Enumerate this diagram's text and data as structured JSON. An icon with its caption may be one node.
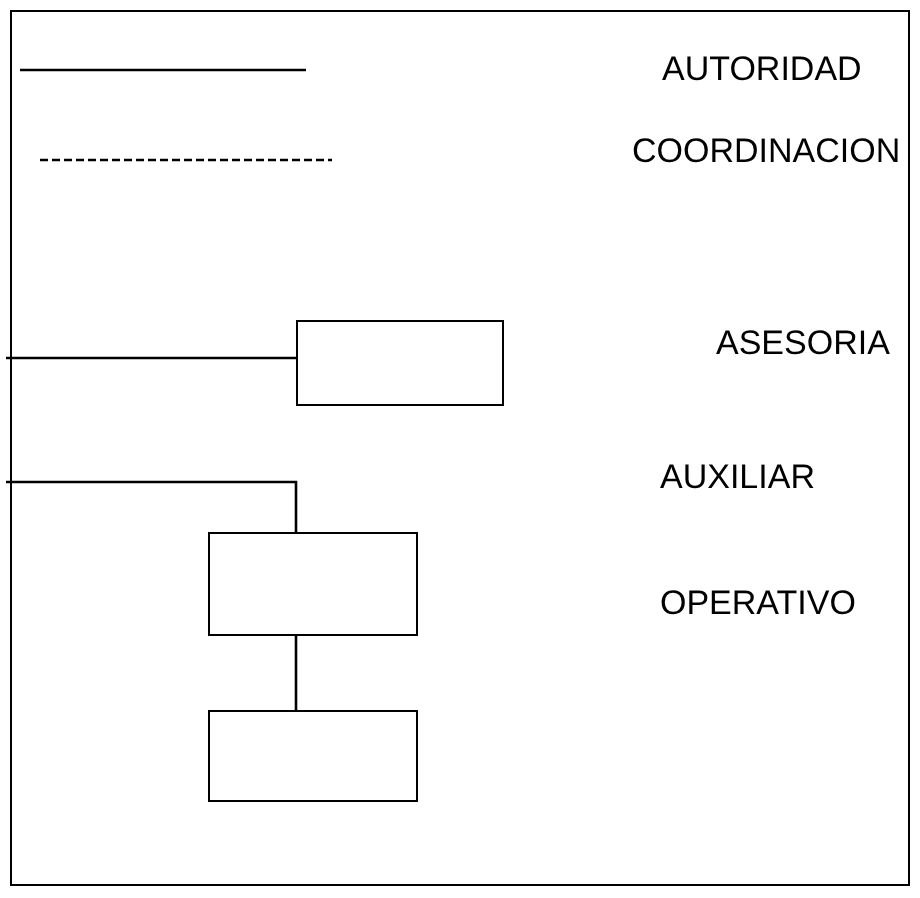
{
  "diagram": {
    "nodes": [
      {
        "text": [],
        "shape": "box"
      },
      {
        "text": [],
        "shape": "box"
      },
      {
        "text": [],
        "shape": "box"
      }
    ],
    "edges": [
      {
        "from": null,
        "to": 0,
        "arrow": "none"
      },
      {
        "from": null,
        "to": 1,
        "arrow": "none"
      },
      {
        "from": 1,
        "to": 2,
        "arrow": "none"
      }
    ],
    "legend": [
      {
        "text": "AUTORIDAD"
      },
      {
        "text": "COORDINACION"
      },
      {
        "text": "ASESORIA"
      },
      {
        "text": "AUXILIAR"
      },
      {
        "text": "OPERATIVO"
      }
    ]
  }
}
